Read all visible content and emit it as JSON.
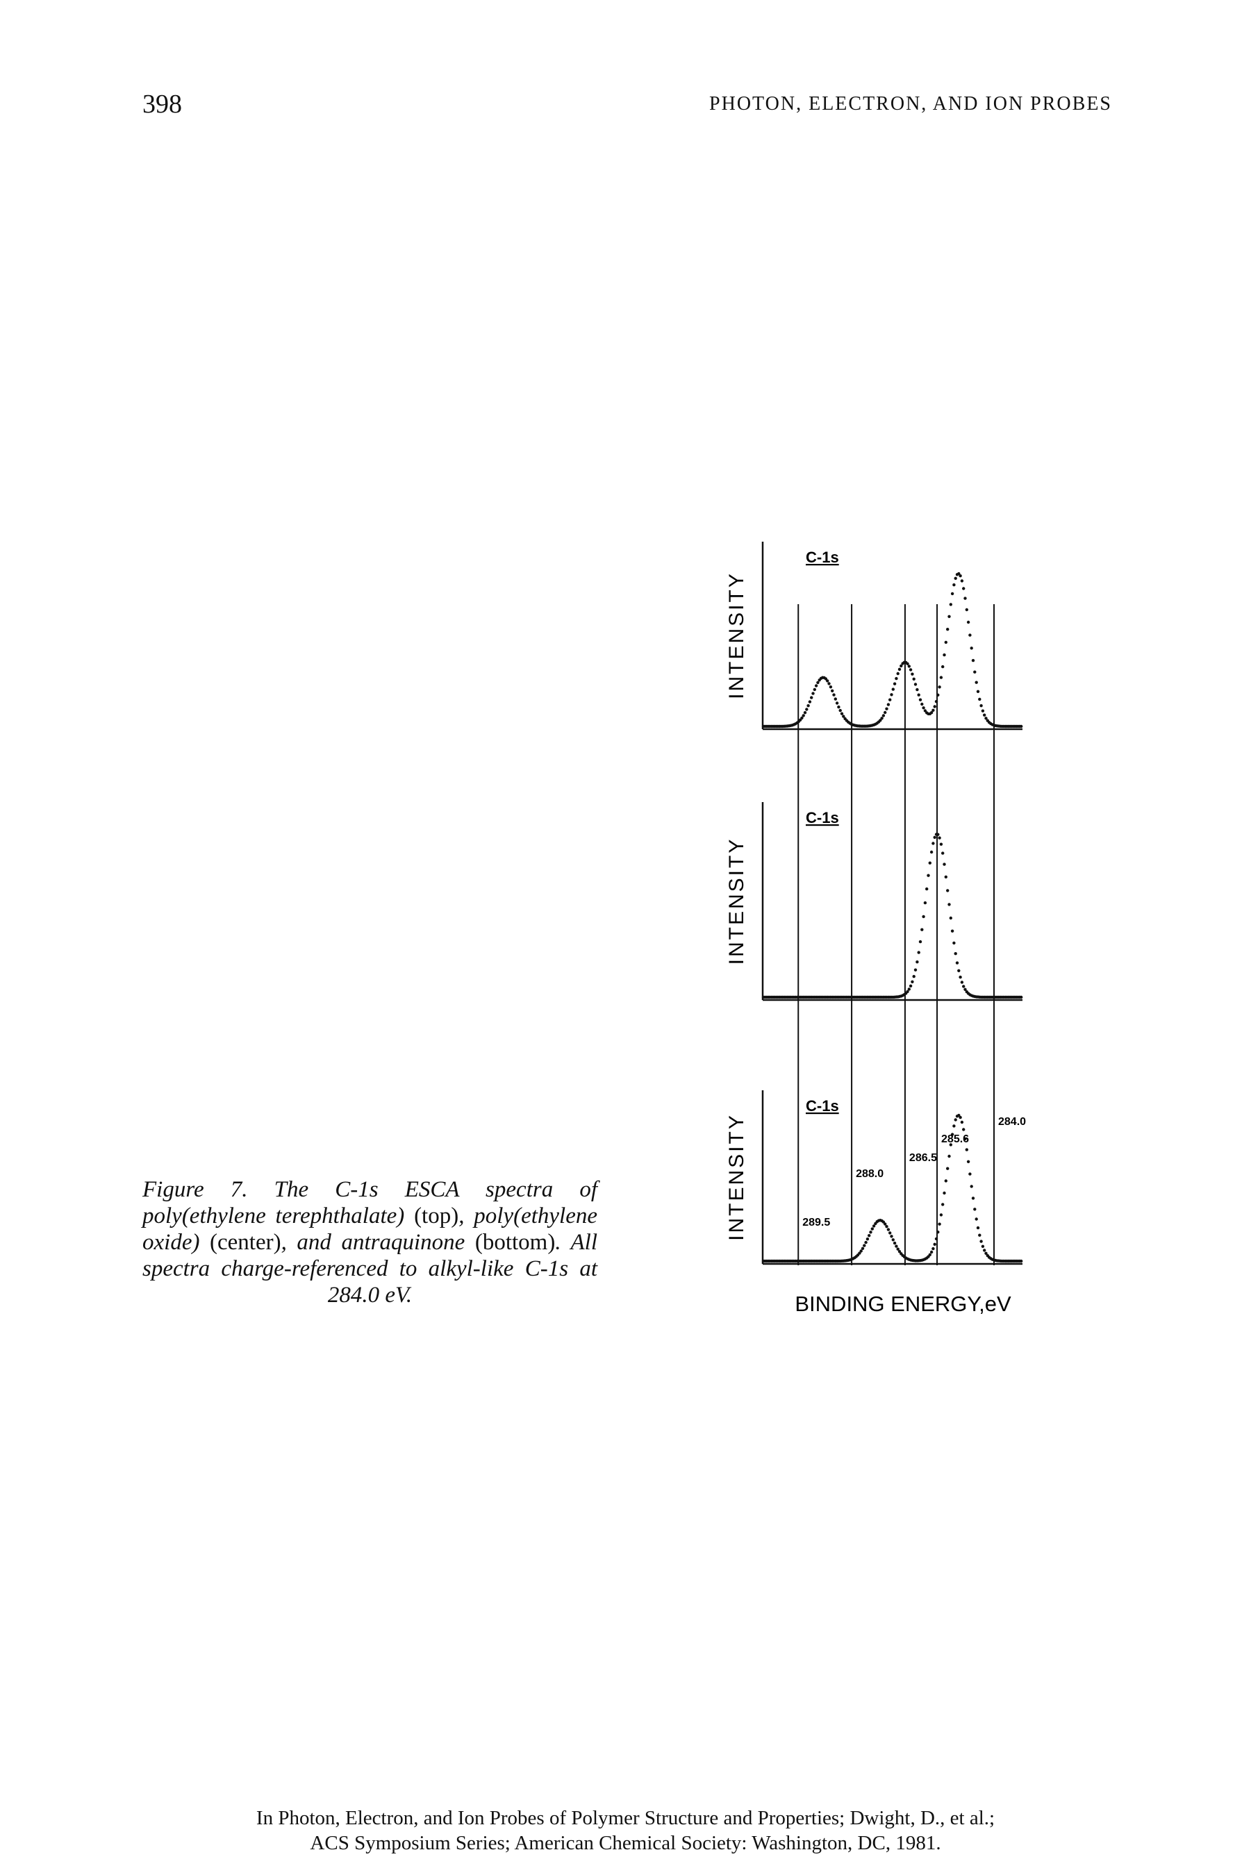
{
  "header": {
    "page_number": "398",
    "running_head": "PHOTON, ELECTRON, AND ION PROBES"
  },
  "caption": {
    "label": "Figure 7.",
    "parts": [
      {
        "text": " The C-1s ESCA spectra of poly(ethylene terephthalate) ",
        "italic": true
      },
      {
        "text": "(top)",
        "italic": false
      },
      {
        "text": ", poly(ethylene oxide) ",
        "italic": true
      },
      {
        "text": "(center)",
        "italic": false
      },
      {
        "text": ", and antraquinone ",
        "italic": true
      },
      {
        "text": "(bottom)",
        "italic": false
      },
      {
        "text": ". All spectra charge-referenced to alkyl-like C-1s at 284.0 eV.",
        "italic": true
      }
    ]
  },
  "chart_data": {
    "type": "line",
    "xlabel": "BINDING ENERGY,eV",
    "ylabel": "INTENSITY",
    "reference_lines": [
      289.5,
      288.0,
      286.5,
      285.6,
      284.0
    ],
    "reference_labels": [
      "289.5",
      "288.0",
      "286.5",
      "285.6",
      "284.0"
    ],
    "panels": [
      {
        "position": "top",
        "label": "C-1s",
        "peaks": [
          {
            "x": 288.8,
            "height": 0.32
          },
          {
            "x": 286.5,
            "height": 0.42
          },
          {
            "x": 285.0,
            "height": 1.0
          }
        ]
      },
      {
        "position": "center",
        "label": "C-1s",
        "peaks": [
          {
            "x": 285.6,
            "height": 1.0
          }
        ]
      },
      {
        "position": "bottom",
        "label": "C-1s",
        "peaks": [
          {
            "x": 287.2,
            "height": 0.28
          },
          {
            "x": 285.0,
            "height": 1.0
          }
        ]
      }
    ],
    "grid": false
  },
  "footer": {
    "line1": "In Photon, Electron, and Ion Probes of Polymer Structure and Properties; Dwight, D., et al.;",
    "line2": "ACS Symposium Series; American Chemical Society: Washington, DC, 1981."
  }
}
